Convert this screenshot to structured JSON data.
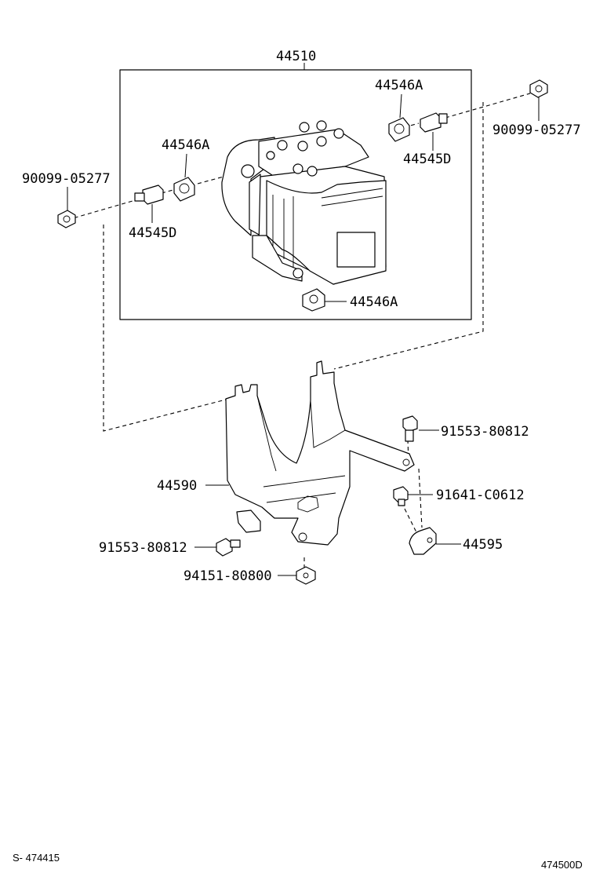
{
  "diagram": {
    "labels": {
      "assembly": "44510",
      "plug_top": "44546A",
      "plug_left": "44546A",
      "plug_bottom": "44546A",
      "union_right": "44545D",
      "union_left": "44545D",
      "nut_right": "90099-05277",
      "nut_left": "90099-05277",
      "bracket": "44590",
      "bolt_right": "91553-80812",
      "bolt_left": "91553-80812",
      "bolt_small": "91641-C0612",
      "clamp": "44595",
      "nut_bottom": "94151-80800"
    },
    "footer": {
      "left": "S- 474415",
      "right": "474500D"
    }
  }
}
